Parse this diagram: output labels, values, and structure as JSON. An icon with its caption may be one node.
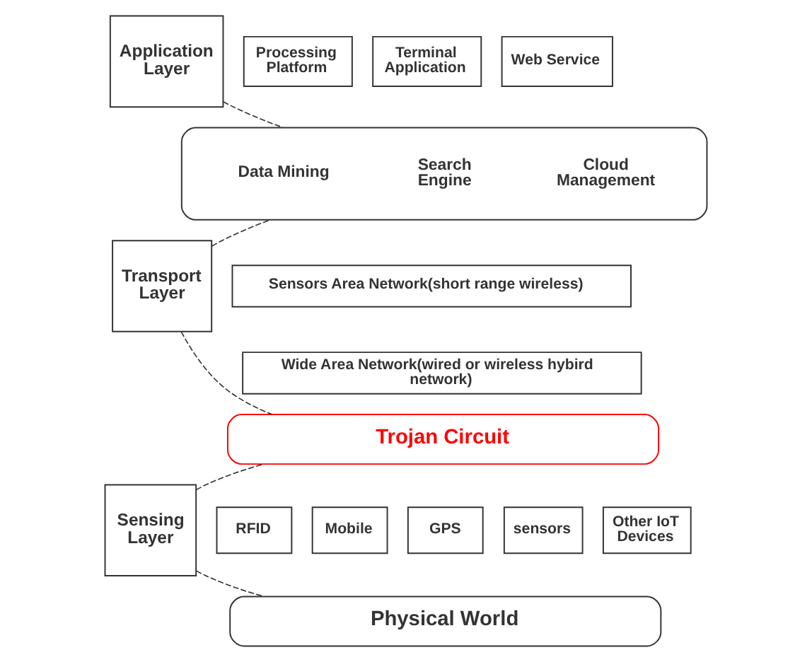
{
  "diagram": {
    "nodes": [
      {
        "text": [
          "Application Layer"
        ]
      },
      {
        "text": [
          "Processing Platform"
        ]
      },
      {
        "text": [
          "Terminal Application"
        ]
      },
      {
        "text": [
          "Web Service"
        ]
      },
      {
        "text": [
          "Data Mining",
          "Search Engine",
          "Cloud Management"
        ]
      },
      {
        "text": [
          "Transport Layer"
        ]
      },
      {
        "text": [
          "Sensors Area Network(short range wireless)"
        ]
      },
      {
        "text": [
          "Wide Area Network(wired or wireless hybird network)"
        ]
      },
      {
        "text": [
          "Trojan Circuit"
        ]
      },
      {
        "text": [
          "Sensing Layer"
        ]
      },
      {
        "text": [
          "RFID"
        ]
      },
      {
        "text": [
          "Mobile"
        ]
      },
      {
        "text": [
          "GPS"
        ]
      },
      {
        "text": [
          "sensors"
        ]
      },
      {
        "text": [
          "Other IoT Devices"
        ]
      },
      {
        "text": [
          "Physical World"
        ]
      }
    ],
    "edges": [
      {
        "from": 0,
        "to": 4,
        "arrow": "none",
        "style": "dashed"
      },
      {
        "from": 5,
        "to": 4,
        "arrow": "none",
        "style": "dashed"
      },
      {
        "from": 5,
        "to": 8,
        "arrow": "none",
        "style": "dashed"
      },
      {
        "from": 9,
        "to": 8,
        "arrow": "none",
        "style": "dashed"
      },
      {
        "from": 9,
        "to": 15,
        "arrow": "none",
        "style": "dashed"
      }
    ]
  }
}
